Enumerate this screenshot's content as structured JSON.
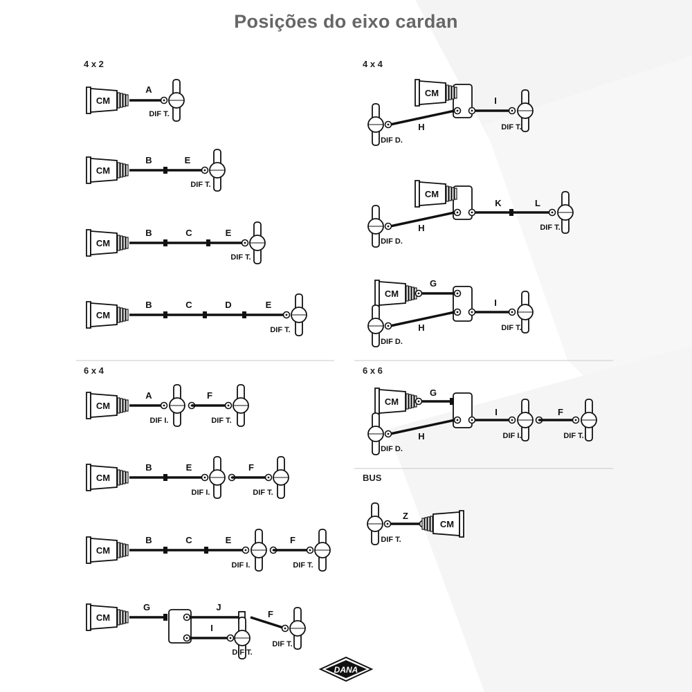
{
  "title": "Posições do eixo cardan",
  "colors": {
    "title": "#666666",
    "line": "#111111",
    "divider": "#c8c8c8",
    "background": "#ffffff"
  },
  "sections": {
    "s4x2": "4 x 2",
    "s6x4": "6 x 4",
    "s4x4": "4 x 4",
    "s6x6": "6 x 6",
    "bus": "BUS"
  },
  "labels": {
    "A": "A",
    "B": "B",
    "C": "C",
    "D": "D",
    "E": "E",
    "F": "F",
    "G": "G",
    "H": "H",
    "I": "I",
    "J": "J",
    "K": "K",
    "L": "L",
    "Z": "Z"
  },
  "components": {
    "cm": "CM",
    "dif_t": "DIF T.",
    "dif_i": "DIF I.",
    "dif_d": "DIF D."
  },
  "logo": {
    "text": "DANA",
    "icon": "dana-logo"
  }
}
